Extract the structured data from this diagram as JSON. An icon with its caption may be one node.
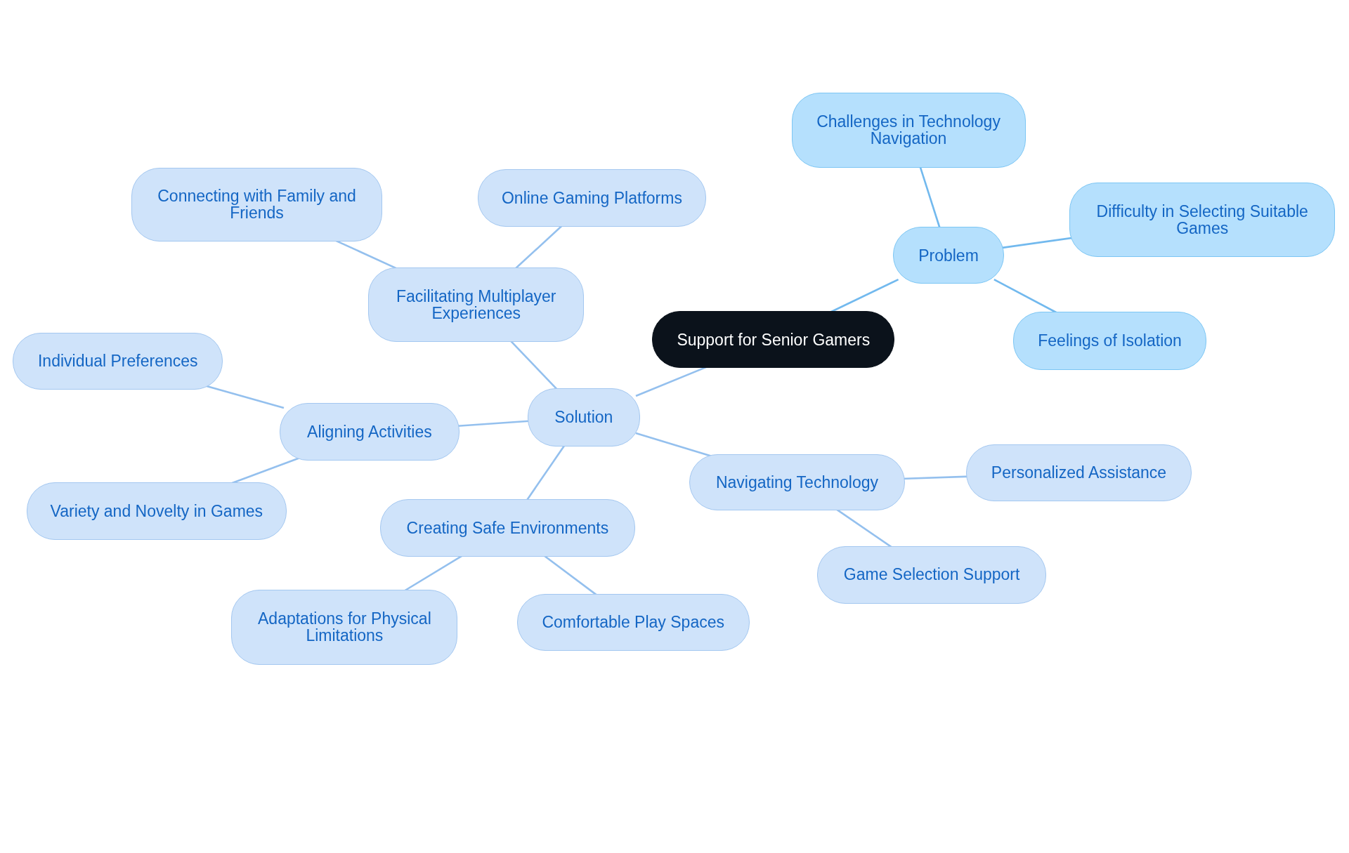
{
  "diagram": {
    "nodes": [
      {
        "text": [
          "Support for Senior Gamers"
        ]
      },
      {
        "text": [
          "Problem"
        ]
      },
      {
        "text": [
          "Challenges in Technology Navigation"
        ]
      },
      {
        "text": [
          "Difficulty in Selecting Suitable Games"
        ]
      },
      {
        "text": [
          "Feelings of Isolation"
        ]
      },
      {
        "text": [
          "Solution"
        ]
      },
      {
        "text": [
          "Facilitating Multiplayer Experiences"
        ]
      },
      {
        "text": [
          "Connecting with Family and Friends"
        ]
      },
      {
        "text": [
          "Online Gaming Platforms"
        ]
      },
      {
        "text": [
          "Aligning Activities"
        ]
      },
      {
        "text": [
          "Individual Preferences"
        ]
      },
      {
        "text": [
          "Variety and Novelty in Games"
        ]
      },
      {
        "text": [
          "Creating Safe Environments"
        ]
      },
      {
        "text": [
          "Adaptations for Physical Limitations"
        ]
      },
      {
        "text": [
          "Comfortable Play Spaces"
        ]
      },
      {
        "text": [
          "Navigating Technology"
        ]
      },
      {
        "text": [
          "Personalized Assistance"
        ]
      },
      {
        "text": [
          "Game Selection Support"
        ]
      }
    ],
    "edges": [
      {
        "from": 0,
        "to": 1,
        "arrow": "none",
        "color": "#72b9ee"
      },
      {
        "from": 1,
        "to": 2,
        "arrow": "none",
        "color": "#72b9ee"
      },
      {
        "from": 1,
        "to": 3,
        "arrow": "none",
        "color": "#72b9ee"
      },
      {
        "from": 1,
        "to": 4,
        "arrow": "none",
        "color": "#72b9ee"
      },
      {
        "from": 0,
        "to": 5,
        "arrow": "none"
      },
      {
        "from": 5,
        "to": 6,
        "arrow": "none"
      },
      {
        "from": 6,
        "to": 7,
        "arrow": "none"
      },
      {
        "from": 6,
        "to": 8,
        "arrow": "none"
      },
      {
        "from": 5,
        "to": 9,
        "arrow": "none"
      },
      {
        "from": 9,
        "to": 10,
        "arrow": "none"
      },
      {
        "from": 9,
        "to": 11,
        "arrow": "none"
      },
      {
        "from": 5,
        "to": 12,
        "arrow": "none"
      },
      {
        "from": 12,
        "to": 13,
        "arrow": "none"
      },
      {
        "from": 12,
        "to": 14,
        "arrow": "none"
      },
      {
        "from": 5,
        "to": 15,
        "arrow": "none"
      },
      {
        "from": 15,
        "to": 16,
        "arrow": "none"
      },
      {
        "from": 15,
        "to": 17,
        "arrow": "none"
      }
    ]
  }
}
